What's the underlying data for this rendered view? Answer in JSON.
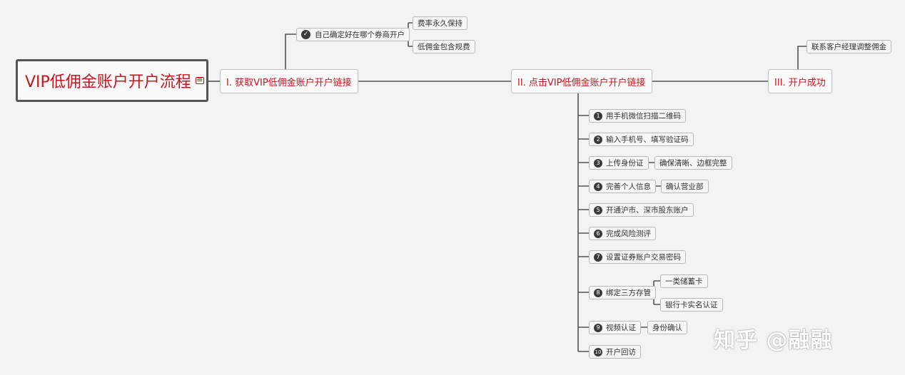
{
  "root": {
    "title": "VIP低佣金账户开户流程",
    "memo_icon": "note-icon"
  },
  "branches": {
    "b1": {
      "label": "I. 获取VIP低佣金账户开户链接",
      "child": {
        "label": "自己确定好在哪个券商开户",
        "icon": "check-circle-icon",
        "children": [
          "费率永久保持",
          "低佣金包含规费"
        ]
      }
    },
    "b2": {
      "label": "II. 点击VIP低佣金账户开户链接",
      "steps": [
        {
          "num": "1",
          "label": "用手机微信扫描二维码"
        },
        {
          "num": "2",
          "label": "输入手机号、填写验证码"
        },
        {
          "num": "3",
          "label": "上传身份证",
          "note": "确保清晰、边框完整"
        },
        {
          "num": "4",
          "label": "完善个人信息",
          "note": "确认营业部"
        },
        {
          "num": "5",
          "label": "开通沪市、深市股东账户"
        },
        {
          "num": "6",
          "label": "完成风险测评"
        },
        {
          "num": "7",
          "label": "设置证券账户交易密码"
        },
        {
          "num": "8",
          "label": "绑定三方存管",
          "notes": [
            "一类储蓄卡",
            "银行卡实名认证"
          ]
        },
        {
          "num": "9",
          "label": "视频认证",
          "note": "身份确认"
        },
        {
          "num": "10",
          "label": "开户回访"
        }
      ]
    },
    "b3": {
      "label": "III. 开户成功",
      "child": "联系客户经理调整佣金"
    }
  },
  "watermark": "知乎 @融融"
}
